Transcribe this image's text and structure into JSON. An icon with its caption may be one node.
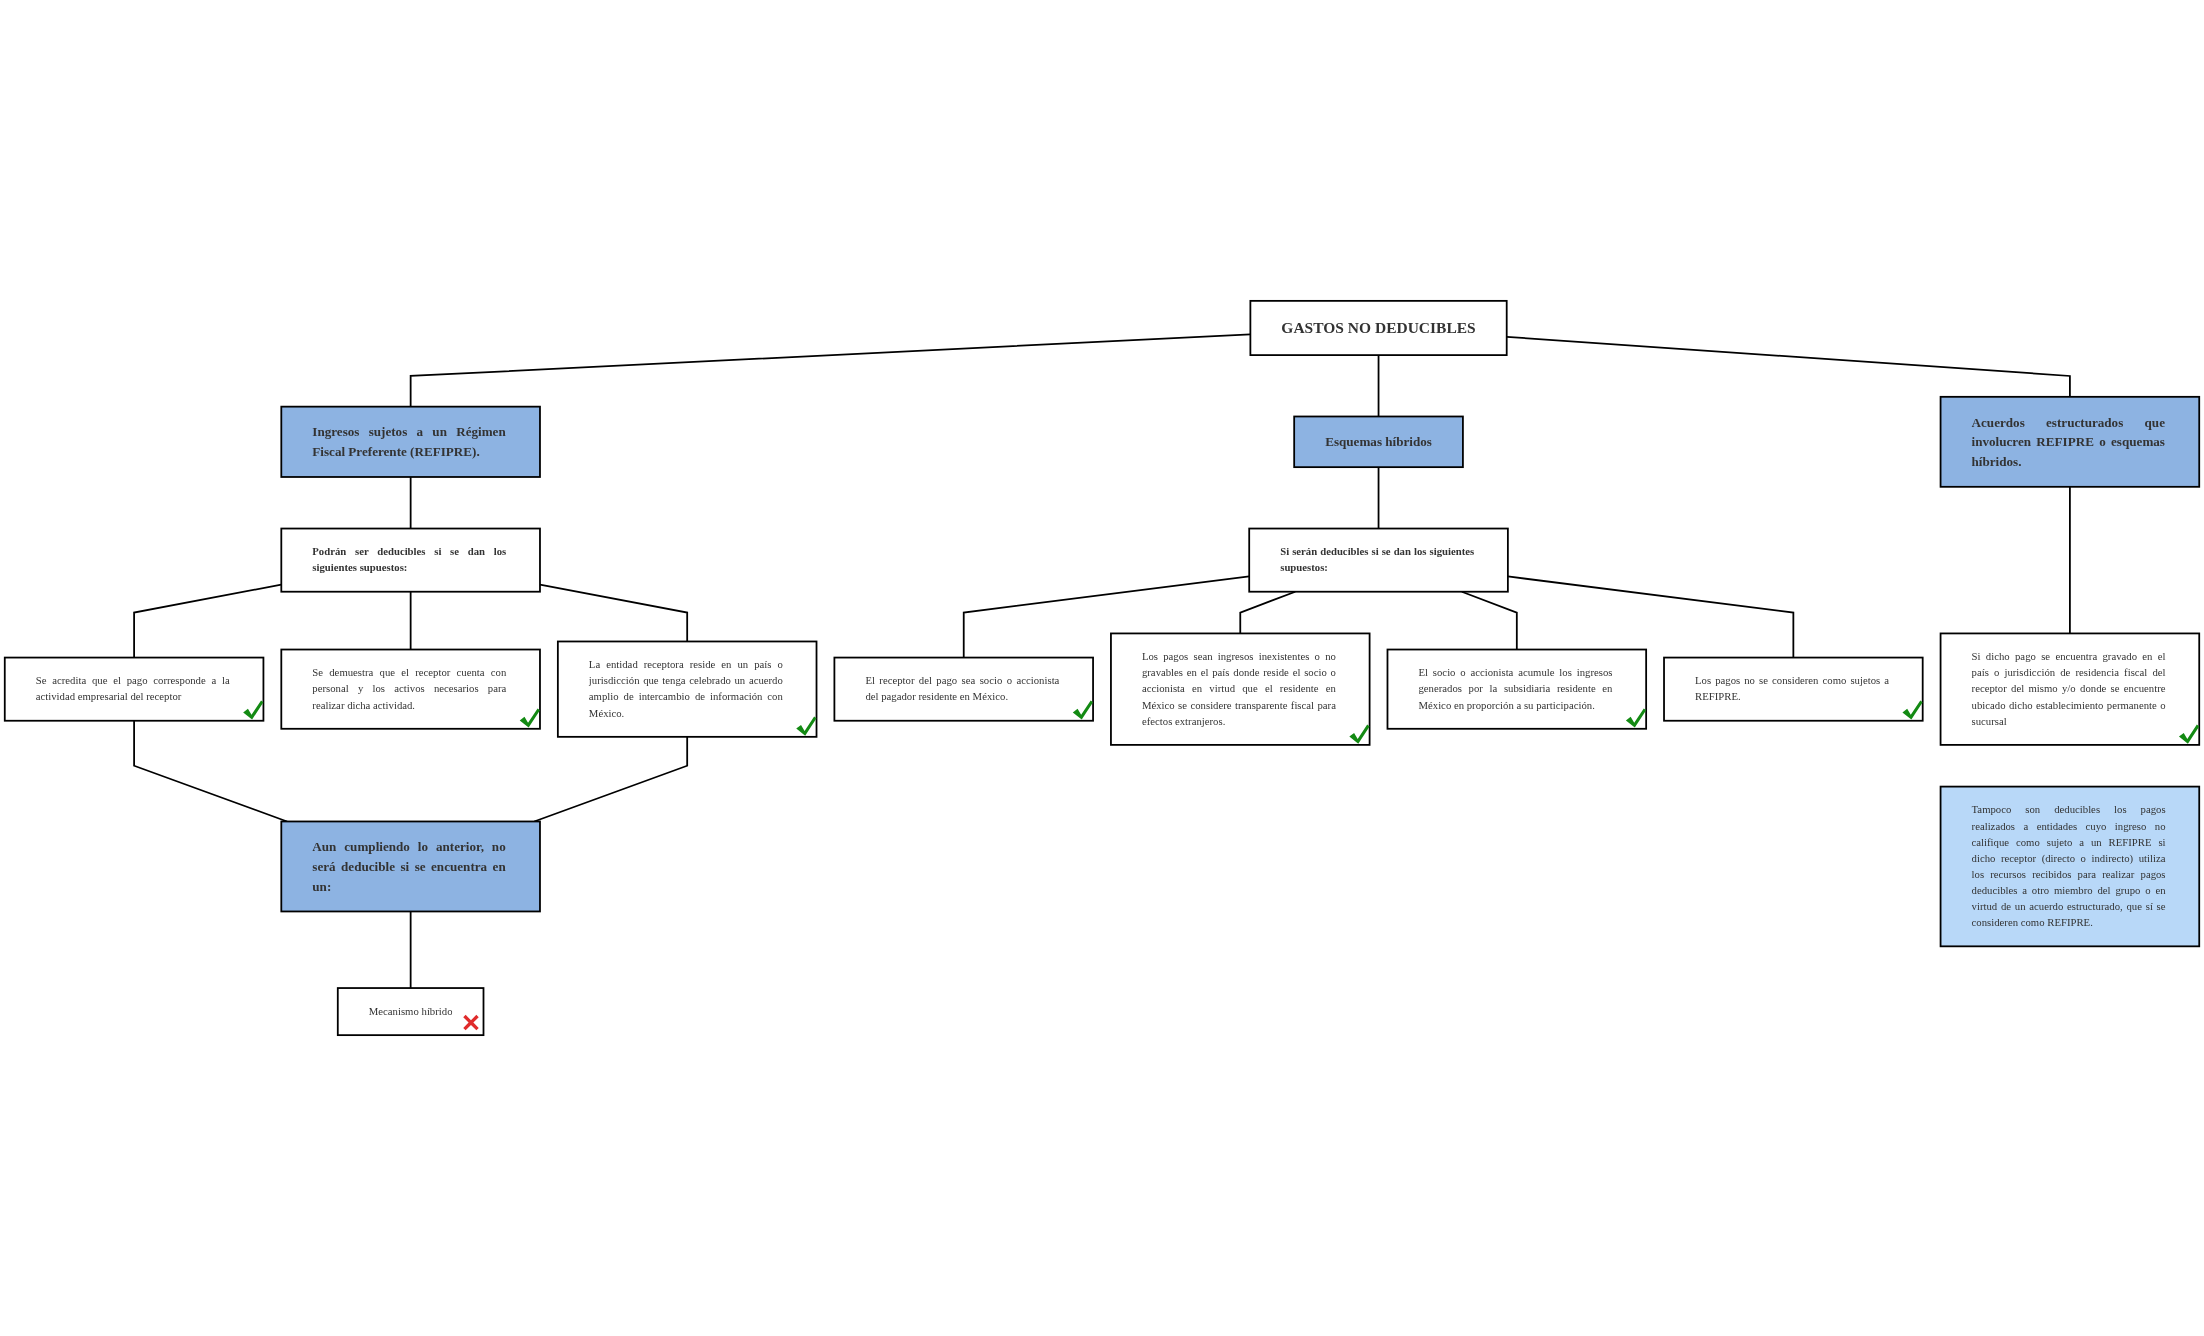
{
  "diagram": {
    "nodes": [
      {
        "text": [
          "GASTOS NO DEDUCIBLES"
        ]
      },
      {
        "text": [
          "Ingresos sujetos a un Régimen Fiscal Preferente (REFIPRE)."
        ]
      },
      {
        "text": [
          "Esquemas híbridos"
        ]
      },
      {
        "text": [
          "Acuerdos estructurados que involucren REFIPRE o esquemas híbridos."
        ]
      },
      {
        "text": [
          "Podrán ser deducibles si se dan los siguientes supuestos:"
        ]
      },
      {
        "text": [
          "Se acredita que el pago corresponde a la actividad empresarial del receptor"
        ]
      },
      {
        "text": [
          "Se demuestra que el receptor cuenta con personal y los activos necesarios para realizar dicha actividad."
        ]
      },
      {
        "text": [
          "La entidad receptora reside en un país o jurisdicción que tenga celebrado un acuerdo amplio de intercambio de información con México."
        ]
      },
      {
        "text": [
          "Aun cumpliendo lo anterior, no será deducible si se encuentra en un:"
        ]
      },
      {
        "text": [
          "Mecanismo híbrido"
        ]
      },
      {
        "text": [
          "Si serán deducibles si se dan los siguientes supuestos:"
        ]
      },
      {
        "text": [
          "El receptor del pago sea socio o accionista del pagador residente en México."
        ]
      },
      {
        "text": [
          "Los pagos sean ingresos inexistentes o no gravables en el país donde reside el socio o accionista en virtud que el residente en México se considere transparente fiscal para efectos extranjeros."
        ]
      },
      {
        "text": [
          "El socio o accionista acumule los ingresos generados por la subsidiaria residente en México en proporción a su participación."
        ]
      },
      {
        "text": [
          "Los pagos no se consideren como sujetos a REFIPRE."
        ]
      },
      {
        "text": [
          "Si dicho pago se encuentra gravado en el país o jurisdicción de residencia fiscal del receptor del mismo y/o donde se encuentre ubicado dicho establecimiento permanente o sucursal"
        ]
      },
      {
        "text": [
          "Tampoco son deducibles los pagos realizados a entidades cuyo ingreso no califique como sujeto a un REFIPRE si dicho receptor (directo o indirecto) utiliza los recursos recibidos para realizar pagos deducibles a otro miembro del grupo o en virtud de un acuerdo estructurado, que sí se consideren como REFIPRE."
        ]
      }
    ],
    "edges": [
      {
        "from": 0,
        "to": 1,
        "arrow": "none"
      },
      {
        "from": 0,
        "to": 2,
        "arrow": "none"
      },
      {
        "from": 0,
        "to": 3,
        "arrow": "none"
      },
      {
        "from": 1,
        "to": 4,
        "arrow": "none"
      },
      {
        "from": 4,
        "to": 5,
        "arrow": "none"
      },
      {
        "from": 4,
        "to": 6,
        "arrow": "none"
      },
      {
        "from": 4,
        "to": 7,
        "arrow": "none"
      },
      {
        "from": 5,
        "to": 8,
        "arrow": "none"
      },
      {
        "from": 7,
        "to": 8,
        "arrow": "none"
      },
      {
        "from": 8,
        "to": 9,
        "arrow": "none"
      },
      {
        "from": 2,
        "to": 10,
        "arrow": "none"
      },
      {
        "from": 10,
        "to": 11,
        "arrow": "none"
      },
      {
        "from": 10,
        "to": 12,
        "arrow": "none"
      },
      {
        "from": 10,
        "to": 13,
        "arrow": "none"
      },
      {
        "from": 10,
        "to": 14,
        "arrow": "none"
      },
      {
        "from": 3,
        "to": 15,
        "arrow": "none"
      }
    ]
  }
}
